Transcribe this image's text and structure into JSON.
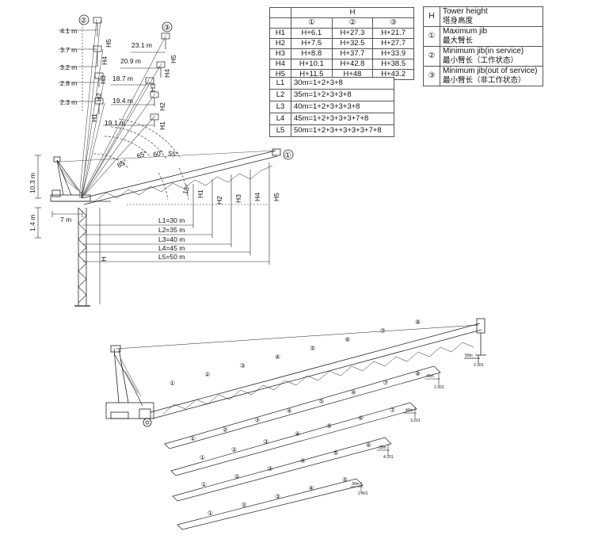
{
  "markers": {
    "m1": "①",
    "m2": "②",
    "m3": "③"
  },
  "elevation": {
    "heights_left": [
      "4.1 m",
      "3.7 m",
      "3.2 m",
      "2.8 m",
      "2.3 m"
    ],
    "heights_right": [
      "23.1 m",
      "20.9 m",
      "18.7 m",
      "19.4 m",
      "19.1 m"
    ],
    "h_small": [
      "H5",
      "H4",
      "H3",
      "H2",
      "H1"
    ],
    "h_small_right": [
      "H5",
      "H4",
      "H3",
      "H2",
      "H1"
    ],
    "angles": [
      "85°",
      "65°",
      "60°",
      "55°",
      "15°"
    ],
    "h_right": [
      "H1",
      "H2",
      "H3",
      "H4",
      "H5"
    ],
    "height_10_3": "10.3 m",
    "height_1_4": "1.4 m",
    "width_7": "7 m",
    "tower_h": "H",
    "jib_lengths": [
      "L1=30 m",
      "L2=35 m",
      "L3=40 m",
      "L4=45 m",
      "L5=50 m"
    ]
  },
  "height_table": {
    "header": "H",
    "columns": [
      "①",
      "②",
      "③"
    ],
    "rows": [
      {
        "label": "H1",
        "values": [
          "H+6.1",
          "H+27.3",
          "H+21.7"
        ]
      },
      {
        "label": "H2",
        "values": [
          "H+7.5",
          "H+32.5",
          "H+27.7"
        ]
      },
      {
        "label": "H3",
        "values": [
          "H+8.8",
          "H+37.7",
          "H+33.9"
        ]
      },
      {
        "label": "H4",
        "values": [
          "H+10.1",
          "H+42.8",
          "H+38.5"
        ]
      },
      {
        "label": "H5",
        "values": [
          "H+11.5",
          "H+48",
          "H+43.2"
        ]
      }
    ]
  },
  "jib_table": {
    "rows": [
      {
        "label": "L1",
        "value": "30m=1+2+3+8"
      },
      {
        "label": "L2",
        "value": "35m=1+2+3+3+8"
      },
      {
        "label": "L3",
        "value": "40m=1+2+3+3+3+8"
      },
      {
        "label": "L4",
        "value": "45m=1+2+3+3+3+7+8"
      },
      {
        "label": "L5",
        "value": "50m=1+2+3++3+3+3+7+8"
      }
    ]
  },
  "legend": [
    {
      "sym": "H",
      "en": "Tower height",
      "zh": "塔身高度"
    },
    {
      "sym": "①",
      "en": "Maximum jib",
      "zh": "最大臂长"
    },
    {
      "sym": "②",
      "en": "Minimum jib(in service)",
      "zh": "最小臂长（工作状态）"
    },
    {
      "sym": "③",
      "en": "Minimum jib(out of service)",
      "zh": "最小臂长（非工作状态）"
    }
  ],
  "jib_configs": {
    "segment_labels": [
      "①",
      "②",
      "③",
      "④",
      "⑤",
      "⑥",
      "⑦",
      "⑧"
    ],
    "main_tip": {
      "len": "50m",
      "load": "2.301"
    },
    "configs": [
      {
        "len": "45m",
        "load": "2.301"
      },
      {
        "len": "40m",
        "load": "3.201"
      },
      {
        "len": "35m",
        "load": "4.201"
      },
      {
        "len": "30m",
        "load": "2.401"
      }
    ]
  }
}
